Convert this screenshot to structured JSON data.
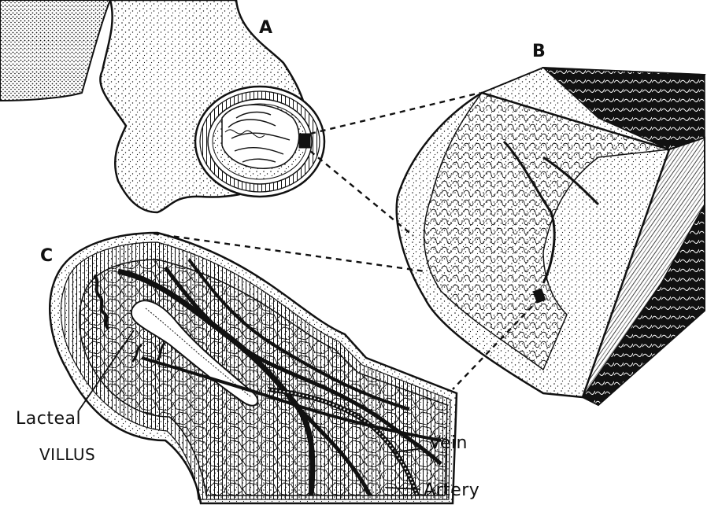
{
  "labels": {
    "a": "A",
    "b": "B",
    "c": "C",
    "lacteal": "Lacteal",
    "villus": "VILLUS",
    "vein": "Vein",
    "artery": "Artery"
  },
  "colors": {
    "ink": "#111111",
    "paper": "#ffffff"
  }
}
